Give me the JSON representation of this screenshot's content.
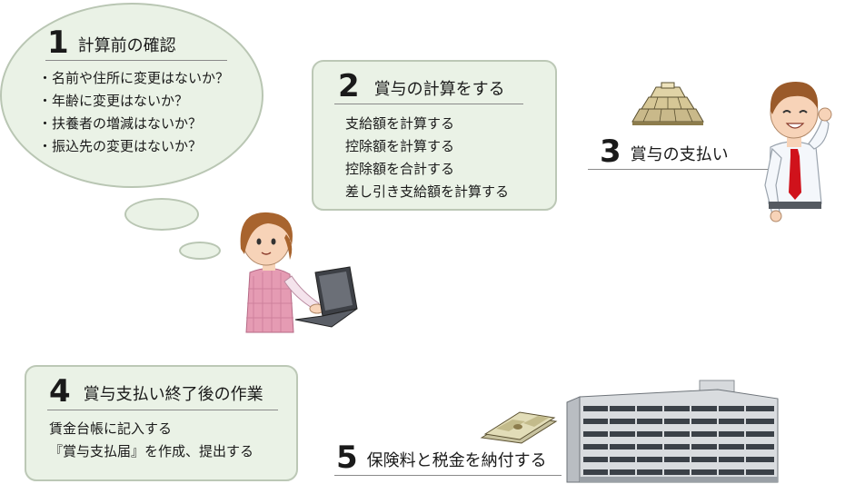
{
  "step1": {
    "number": "1",
    "title": "計算前の確認",
    "items": [
      "・名前や住所に変更はないか？",
      "・年齢に変更はないか？",
      "・扶養者の増減はないか？",
      "・振込先の変更はないか？"
    ]
  },
  "step2": {
    "number": "2",
    "title": "賞与の計算をする",
    "items": [
      "支給額を計算する",
      "控除額を計算する",
      "控除額を合計する",
      "差し引き支給額を計算する"
    ]
  },
  "step3": {
    "number": "3",
    "title": "賞与の支払い"
  },
  "step4": {
    "number": "4",
    "title": "賞与支払い終了後の作業",
    "items": [
      "賃金台帳に記入する",
      "『賞与支払届』を作成、提出する"
    ]
  },
  "step5": {
    "number": "5",
    "title": "保険料と税金を納付する"
  },
  "colors": {
    "panel_fill": "#eaf2e6",
    "panel_border": "#bcc8b6",
    "tie": "#d0121b",
    "apron": "#e59bb3"
  },
  "icons": [
    "money-pile-icon",
    "businessman-icon",
    "woman-laptop-icon",
    "banknotes-icon",
    "office-building-icon"
  ]
}
